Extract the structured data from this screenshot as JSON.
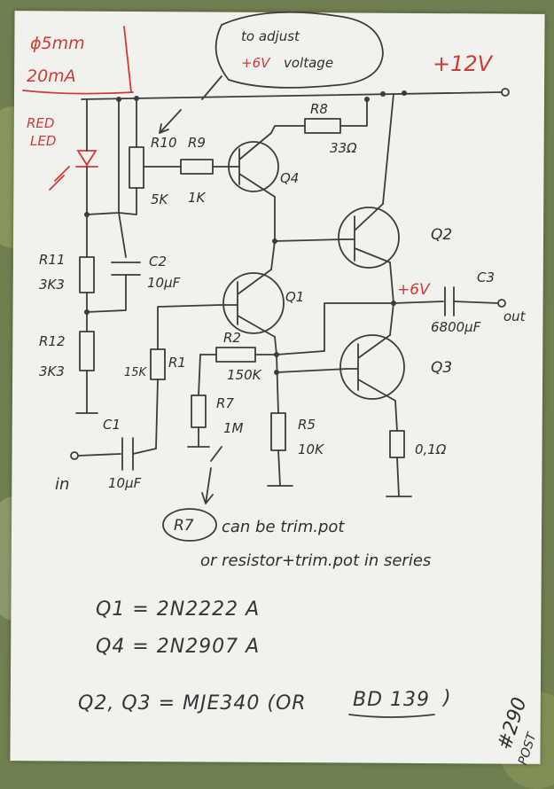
{
  "led_note": {
    "line1": "ϕ5mm",
    "line2": "20mA"
  },
  "led_label": {
    "line1": "RED",
    "line2": "LED"
  },
  "adjust_note": {
    "line1": "to adjust",
    "line2": "+6V",
    "line3": "voltage"
  },
  "supply_label": "+12V",
  "mid_label": "+6V",
  "components": {
    "R10": {
      "name": "R10",
      "value": "5K"
    },
    "R9": {
      "name": "R9",
      "value": "1K"
    },
    "R8": {
      "name": "R8",
      "value": "33Ω"
    },
    "Q4": {
      "name": "Q4"
    },
    "Q2": {
      "name": "Q2"
    },
    "Q1": {
      "name": "Q1"
    },
    "Q3": {
      "name": "Q3"
    },
    "R11": {
      "name": "R11",
      "value": "3K3"
    },
    "R12": {
      "name": "R12",
      "value": "3K3"
    },
    "C2": {
      "name": "C2",
      "value": "10μF"
    },
    "C3": {
      "name": "C3",
      "value": "6800μF"
    },
    "R2": {
      "name": "R2",
      "value": "150K"
    },
    "R1": {
      "name": "R1",
      "value": "15K"
    },
    "R7": {
      "name": "R7",
      "value": "1M"
    },
    "R5": {
      "name": "R5",
      "value": "10K"
    },
    "R_emitter": {
      "value": "0,1Ω"
    },
    "C1": {
      "name": "C1",
      "value": "10μF"
    }
  },
  "io": {
    "input": "in",
    "output": "out"
  },
  "note": {
    "ref": "R7",
    "line1": "can be trim.pot",
    "line2": "or resistor+trim.pot in series"
  },
  "parts": {
    "q1": "Q1 = 2N2222 A",
    "q4": "Q4 = 2N2907 A",
    "q23_pre": "Q2, Q3 = MJE340 (OR",
    "q23_alt": "BD 139",
    "q23_post": ")"
  },
  "corner_note": {
    "line1": "#290",
    "line2": "POST"
  },
  "colors": {
    "ink": "#3c3c3c",
    "red": "#d23a3a",
    "paper": "#f1f2ed"
  }
}
